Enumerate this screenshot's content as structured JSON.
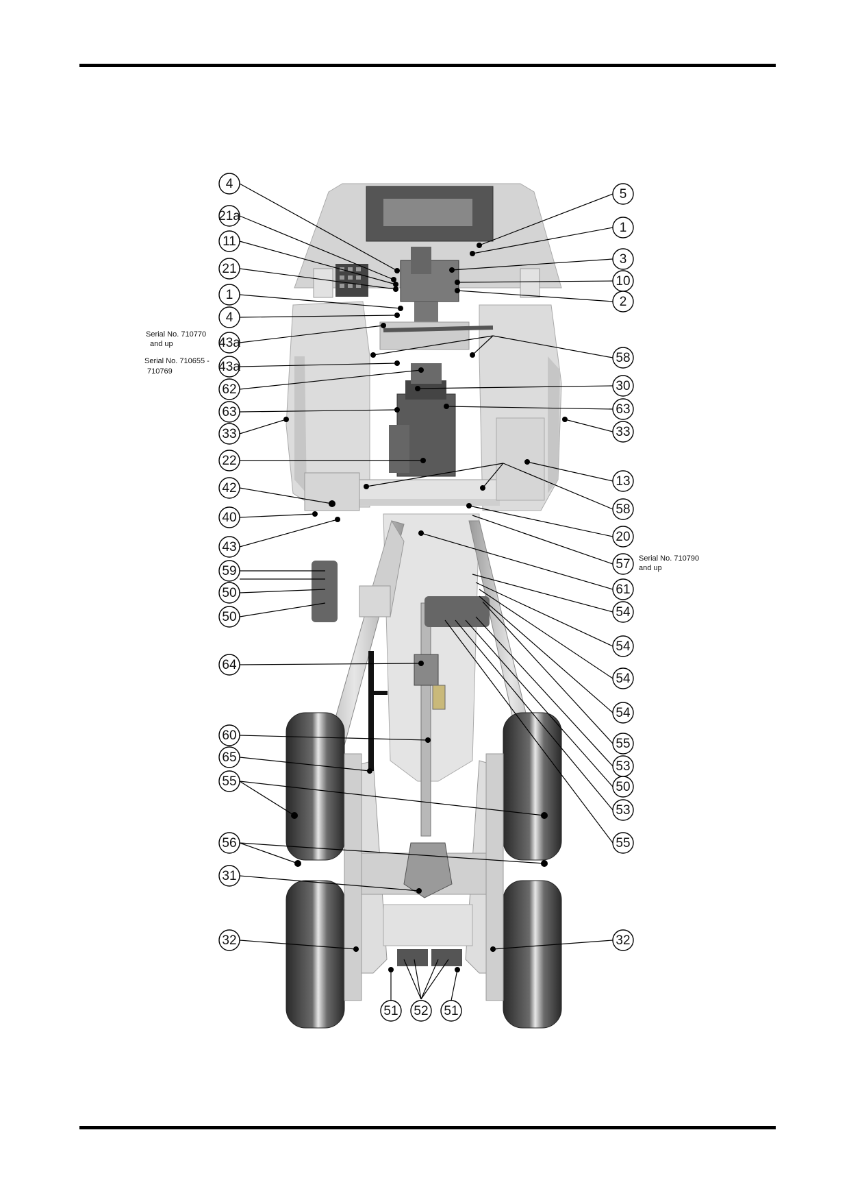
{
  "callouts_left": [
    "4",
    "21a",
    "11",
    "21",
    "1",
    "4",
    "43a",
    "43a",
    "62",
    "63",
    "33",
    "22",
    "42",
    "40",
    "43",
    "59",
    "50",
    "50",
    "64",
    "60",
    "65",
    "55",
    "56",
    "31",
    "32"
  ],
  "callouts_right": [
    "5",
    "1",
    "3",
    "10",
    "2",
    "58",
    "30",
    "63",
    "33",
    "13",
    "58",
    "20",
    "57",
    "61",
    "54",
    "54",
    "54",
    "54",
    "55",
    "53",
    "50",
    "53",
    "55",
    "32"
  ],
  "callouts_bottom": [
    "51",
    "52",
    "51"
  ],
  "serial_notes": {
    "left_upper": [
      "Serial No. 710770",
      "and up"
    ],
    "left_lower": [
      "Serial No. 710655 -",
      "710769"
    ],
    "right": [
      "Serial No. 710790",
      "and up"
    ]
  },
  "colors": {
    "body_light": "#dedede",
    "body_mid": "#c8c8c8",
    "tire": "#3a3a3a",
    "dark_part": "#555555",
    "line": "#000000"
  }
}
